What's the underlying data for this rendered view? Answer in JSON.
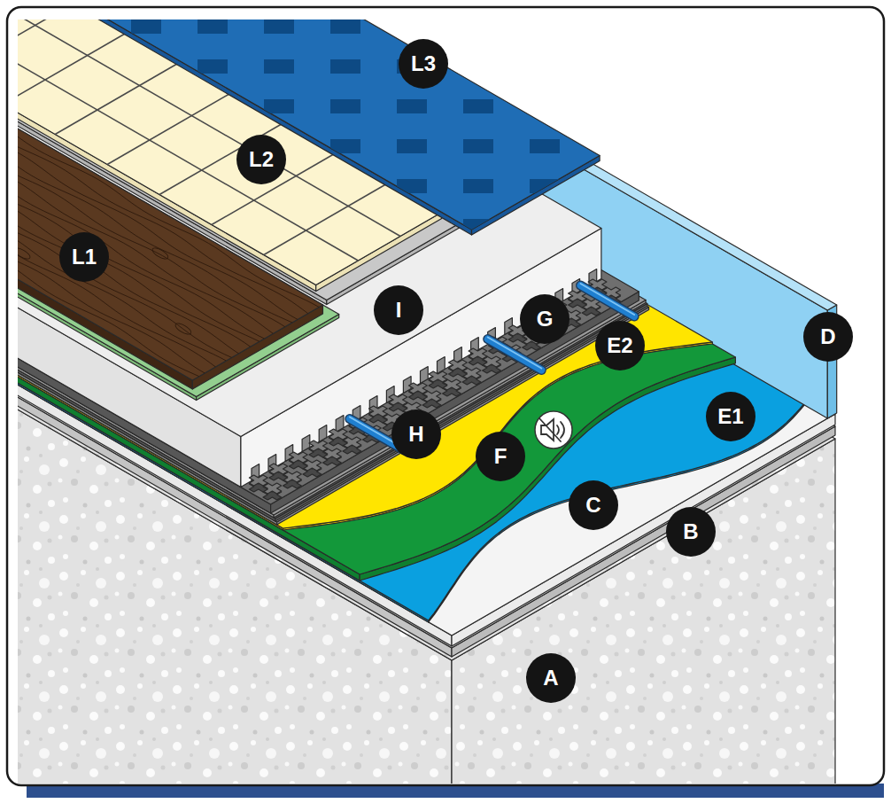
{
  "diagram": {
    "labels": [
      "L3",
      "L2",
      "L1",
      "I",
      "G",
      "E2",
      "D",
      "H",
      "F",
      "E1",
      "C",
      "B",
      "A"
    ]
  }
}
